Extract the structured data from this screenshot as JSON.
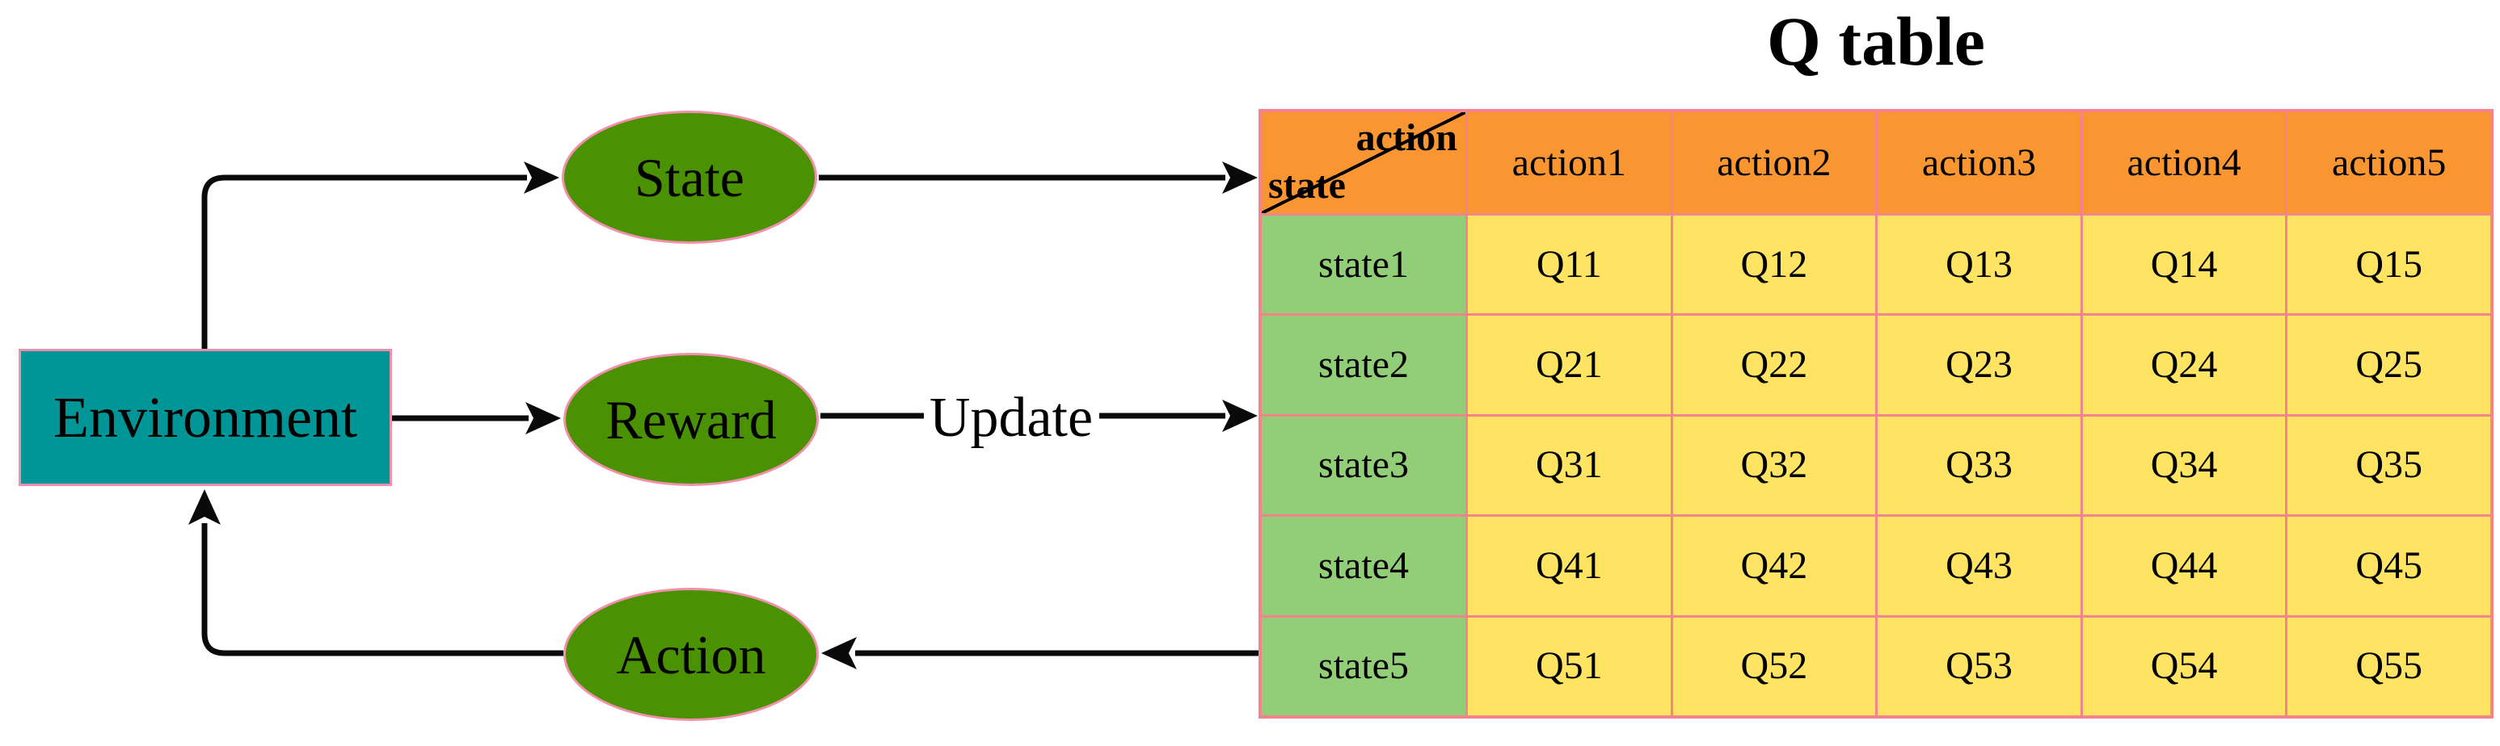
{
  "diagram": {
    "environment_label": "Environment",
    "state_label": "State",
    "reward_label": "Reward",
    "action_label": "Action",
    "update_label": "Update"
  },
  "qtable": {
    "title": "Q table",
    "corner": {
      "top_right": "action",
      "bottom_left": "state"
    },
    "action_headers": [
      "action1",
      "action2",
      "action3",
      "action4",
      "action5"
    ],
    "state_headers": [
      "state1",
      "state2",
      "state3",
      "state4",
      "state5"
    ],
    "values": [
      [
        "Q11",
        "Q12",
        "Q13",
        "Q14",
        "Q15"
      ],
      [
        "Q21",
        "Q22",
        "Q23",
        "Q24",
        "Q25"
      ],
      [
        "Q31",
        "Q32",
        "Q33",
        "Q34",
        "Q35"
      ],
      [
        "Q41",
        "Q42",
        "Q43",
        "Q44",
        "Q45"
      ],
      [
        "Q51",
        "Q52",
        "Q53",
        "Q54",
        "Q55"
      ]
    ]
  },
  "colors": {
    "environment_fill": "#009697",
    "node_fill": "#4B9203",
    "shape_border": "#F290AC",
    "header_fill": "#FA9632",
    "state_cell_fill": "#92CD77",
    "value_cell_fill": "#FFE363",
    "grid_pink": "#F4838B",
    "arrow_color": "#0A0A0A"
  }
}
